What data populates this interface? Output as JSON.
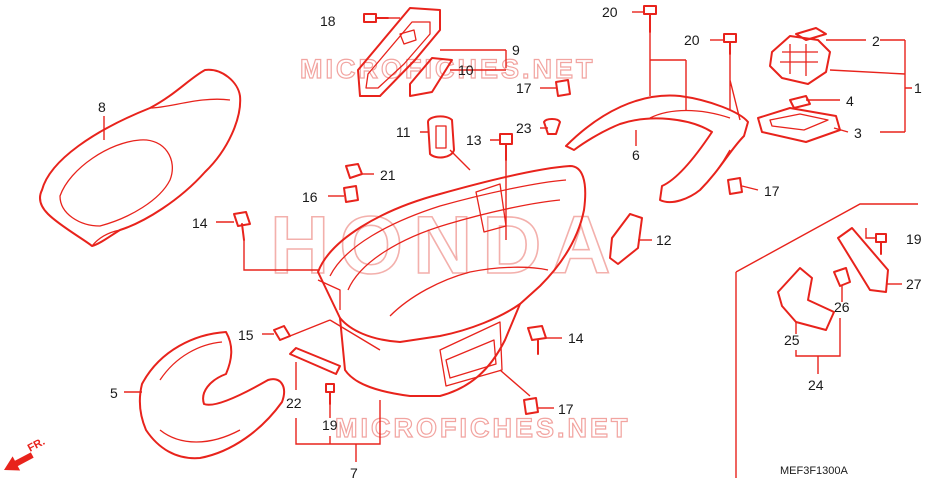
{
  "diagram": {
    "code": "MEF3F1300A",
    "front_marker": "FR.",
    "watermarks": {
      "site_top": "MICROFICHES.NET",
      "site_bottom": "MICROFICHES.NET",
      "brand": "HONDA"
    },
    "callouts": [
      {
        "id": "c2",
        "label": "2"
      },
      {
        "id": "c1",
        "label": "1"
      },
      {
        "id": "c4",
        "label": "4"
      },
      {
        "id": "c3",
        "label": "3"
      },
      {
        "id": "c18",
        "label": "18"
      },
      {
        "id": "c9",
        "label": "9"
      },
      {
        "id": "c10",
        "label": "10"
      },
      {
        "id": "c20a",
        "label": "20"
      },
      {
        "id": "c20b",
        "label": "20"
      },
      {
        "id": "c17a",
        "label": "17"
      },
      {
        "id": "c8",
        "label": "8"
      },
      {
        "id": "c11",
        "label": "11"
      },
      {
        "id": "c13",
        "label": "13"
      },
      {
        "id": "c23",
        "label": "23"
      },
      {
        "id": "c6",
        "label": "6"
      },
      {
        "id": "c17b",
        "label": "17"
      },
      {
        "id": "c21",
        "label": "21"
      },
      {
        "id": "c16",
        "label": "16"
      },
      {
        "id": "c14a",
        "label": "14"
      },
      {
        "id": "c12",
        "label": "12"
      },
      {
        "id": "c19a",
        "label": "19"
      },
      {
        "id": "c27",
        "label": "27"
      },
      {
        "id": "c26",
        "label": "26"
      },
      {
        "id": "c25",
        "label": "25"
      },
      {
        "id": "c24",
        "label": "24"
      },
      {
        "id": "c15",
        "label": "15"
      },
      {
        "id": "c14b",
        "label": "14"
      },
      {
        "id": "c5",
        "label": "5"
      },
      {
        "id": "c22",
        "label": "22"
      },
      {
        "id": "c17c",
        "label": "17"
      },
      {
        "id": "c19b",
        "label": "19"
      },
      {
        "id": "c7",
        "label": "7"
      }
    ]
  },
  "colors": {
    "line": "#e8231c",
    "watermark": "#f2a4a0",
    "text": "#1a1a1a",
    "background": "#ffffff"
  }
}
